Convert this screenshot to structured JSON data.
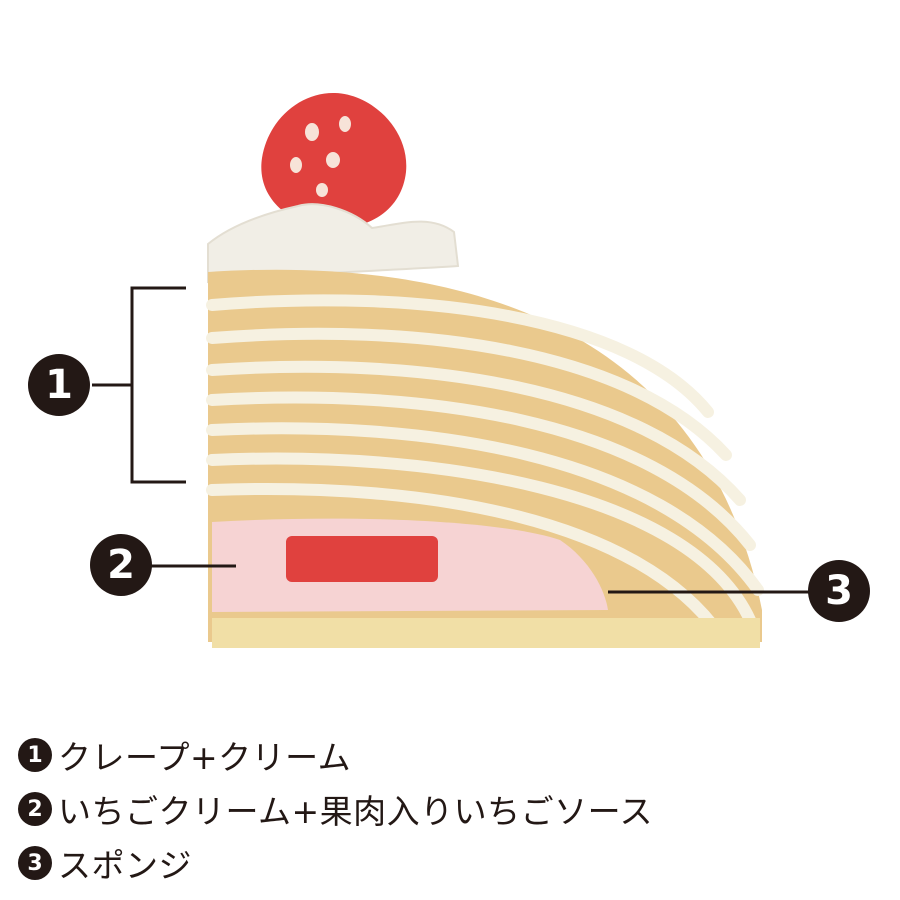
{
  "callouts": [
    {
      "number": "1"
    },
    {
      "number": "2"
    },
    {
      "number": "3"
    }
  ],
  "legend": [
    {
      "number": "1",
      "text": "クレープ+クリーム"
    },
    {
      "number": "2",
      "text": "いちごクリーム+果肉入りいちごソース"
    },
    {
      "number": "3",
      "text": "スポンジ"
    }
  ],
  "colors": {
    "line": "#231815",
    "crepe": "#eac98d",
    "cream": "#f6f1e1",
    "strawberry_cream": "#f6d3d3",
    "strawberry": "#e0413e",
    "sponge": "#f1dfa6"
  }
}
